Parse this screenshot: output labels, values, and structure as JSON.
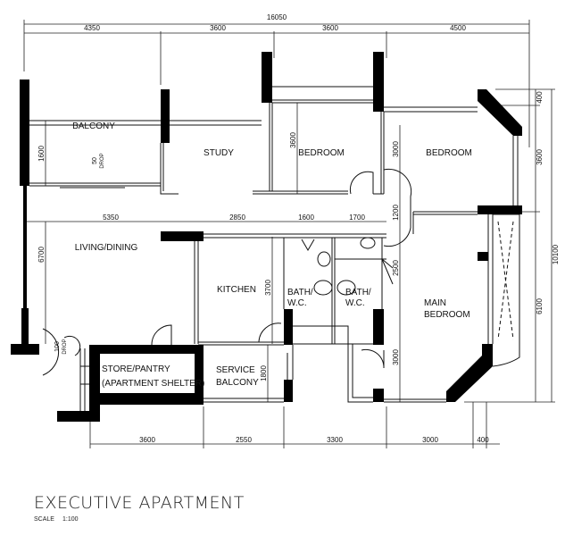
{
  "plan": {
    "title": "EXECUTIVE APARTMENT",
    "scale_label": "SCALE",
    "scale_value": "1:100",
    "rooms": {
      "balcony": "BALCONY",
      "study": "STUDY",
      "bedroom_1": "BEDROOM",
      "bedroom_2": "BEDROOM",
      "living_dining": "LIVING/DINING",
      "kitchen": "KITCHEN",
      "bath_1_a": "BATH/",
      "bath_1_b": "W.C.",
      "bath_2_a": "BATH/",
      "bath_2_b": "W.C.",
      "main_bedroom_a": "MAIN",
      "main_bedroom_b": "BEDROOM",
      "store_a": "STORE/PANTRY",
      "store_b": "(APARTMENT SHELTER)",
      "service_a": "SERVICE",
      "service_b": "BALCONY"
    },
    "dimensions": {
      "overall_top": "16050",
      "top": [
        "4350",
        "3600",
        "3600",
        "4500"
      ],
      "mid": [
        "5350",
        "2850",
        "1600",
        "1700"
      ],
      "bottom": [
        "3600",
        "2550",
        "3300",
        "3000",
        "400"
      ],
      "right_inner": [
        "400",
        "3600",
        "6100"
      ],
      "right_overall": "10100",
      "balcony_depth": "1600",
      "living_depth": "6700",
      "bedroom_depth": "3600",
      "bedroom2_depth": "3000",
      "corridor": "1200",
      "bath_depth": "2500",
      "kitchen_depth": "3700",
      "service_depth": "1800",
      "mb_bath_depth": "3000",
      "drop_balcony_value": "50",
      "drop_balcony_label": "DROP",
      "drop_entry_value": "100",
      "drop_entry_label": "DROP"
    }
  }
}
